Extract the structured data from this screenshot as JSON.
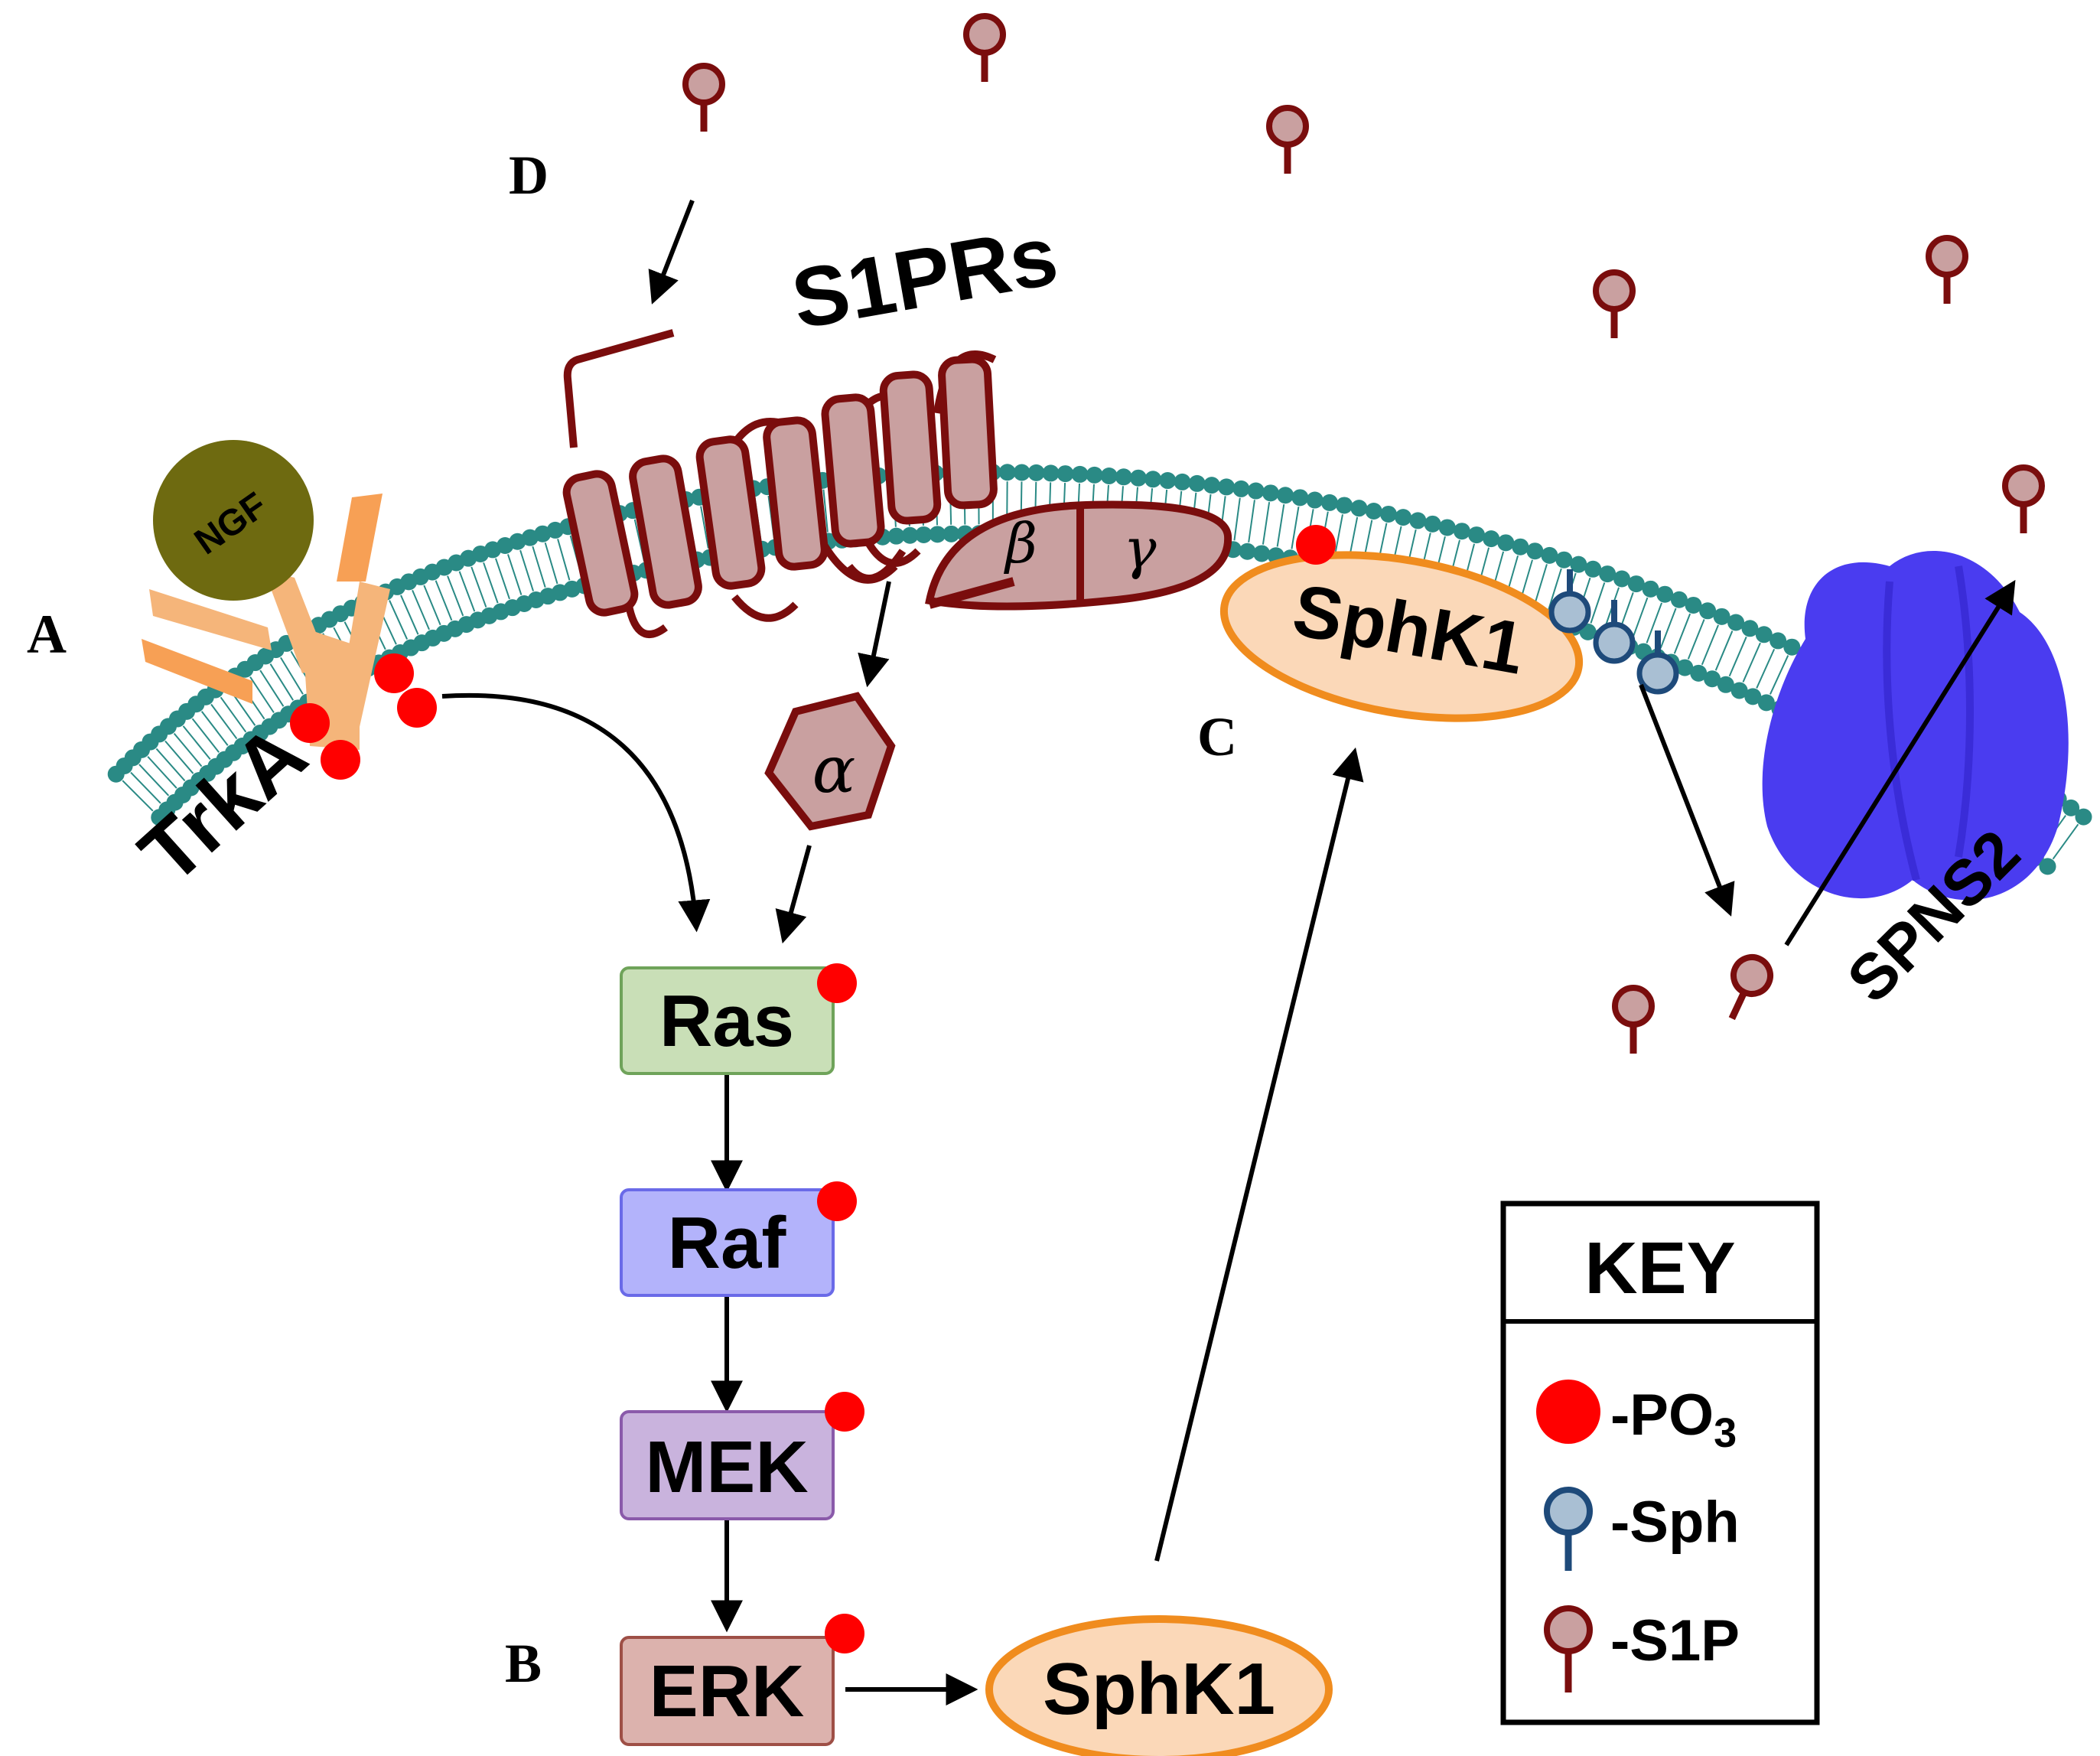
{
  "panel_labels": {
    "a": "A",
    "b": "B",
    "c": "C",
    "d": "D"
  },
  "receptors": {
    "trka": "TrkA",
    "ngf": "NGF",
    "s1prs": "S1PRs",
    "spns2": "SPNS2"
  },
  "g_protein": {
    "alpha": "α",
    "beta": "β",
    "gamma": "γ"
  },
  "cascade": {
    "ras": "Ras",
    "raf": "Raf",
    "mek": "MEK",
    "erk": "ERK"
  },
  "kinase": {
    "cytosolic": "SphK1",
    "membrane": "SphK1"
  },
  "key": {
    "title": "KEY",
    "phosphate": "-PO",
    "phosphate_sub": "3",
    "sph": "-Sph",
    "s1p": "-S1P"
  },
  "colors": {
    "membrane": "#2a8a85",
    "phosphate": "#ff0000",
    "s1p_fill": "#c9a0a0",
    "s1p_stroke": "#7a0d0d",
    "sph_fill": "#a9bfd3",
    "sph_stroke": "#1e4a7a",
    "spns2": "#4a3cf0",
    "ngf": "#6e6a10",
    "trka": "#f5b57a",
    "sphk1_fill": "#fbd8b8",
    "sphk1_stroke": "#f08c1e",
    "ras": "#c9dfb7",
    "raf": "#b3b3fb",
    "mek": "#c9b3dd",
    "erk": "#dcb2ad"
  }
}
